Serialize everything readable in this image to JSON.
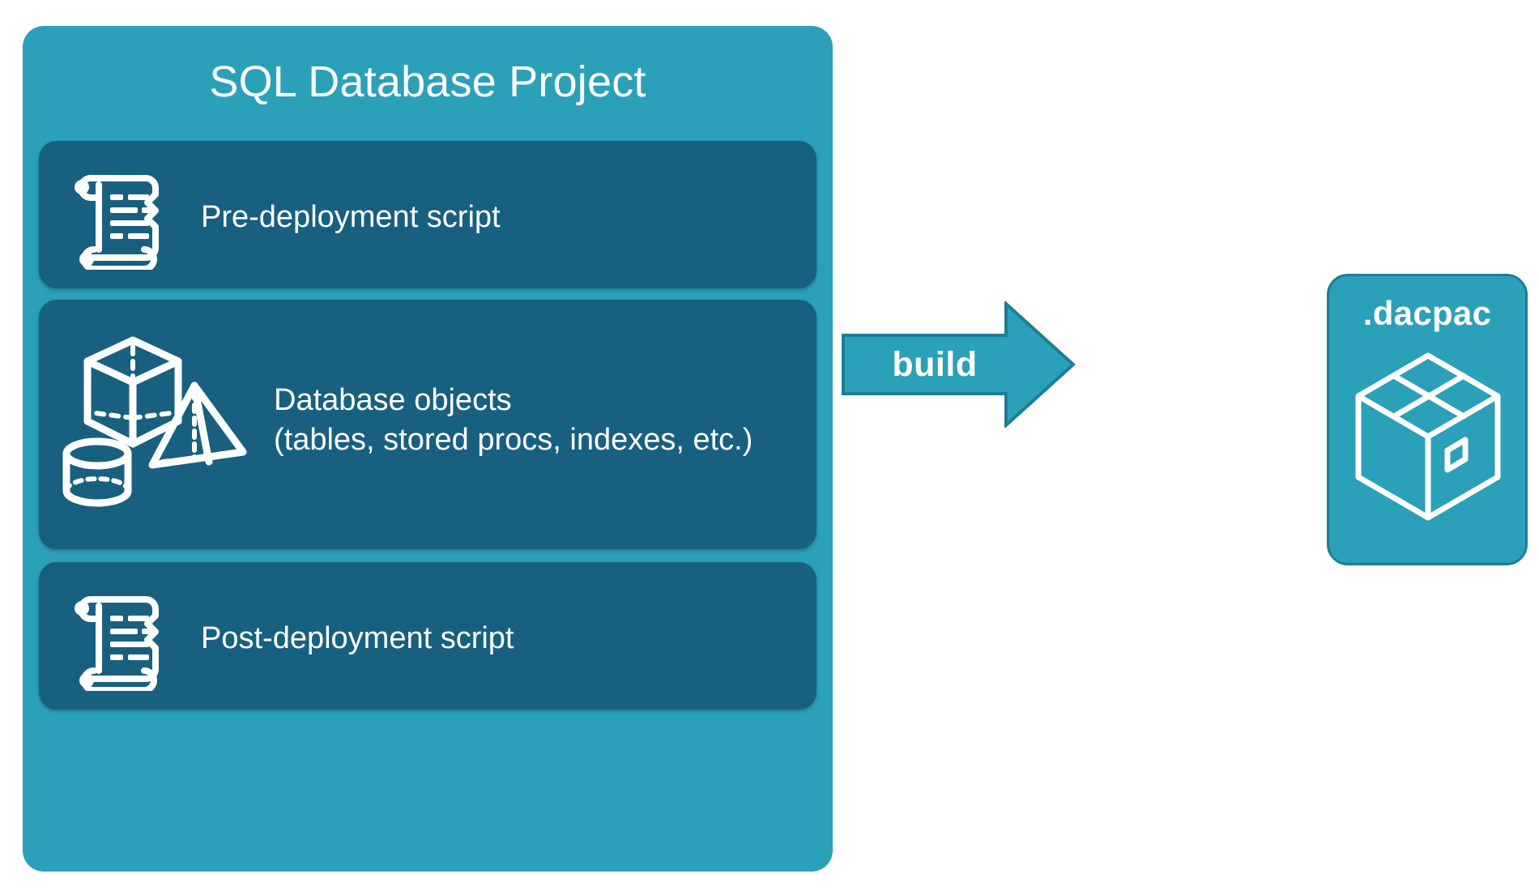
{
  "diagram": {
    "title": "SQL Database Project build diagram",
    "background": "#FFFFFF",
    "colors": {
      "container_teal": "#2BA0B9",
      "panel_dark_teal": "#186080",
      "arrow_fill": "#2BA0B9",
      "arrow_stroke": "#1C7E96",
      "icon_white": "#FFFFFF",
      "text_white": "#FFFFFF"
    }
  },
  "project": {
    "title": "SQL Database Project",
    "panels": [
      {
        "id": "pre-deployment",
        "label": "Pre-deployment script",
        "icon": "scroll-icon"
      },
      {
        "id": "database-objects",
        "label": "Database objects\n(tables, stored procs, indexes, etc.)",
        "label_line1": "Database objects",
        "label_line2": "(tables, stored procs, indexes, etc.)",
        "icon": "database-shapes-icon"
      },
      {
        "id": "post-deployment",
        "label": "Post-deployment script",
        "icon": "scroll-icon"
      }
    ]
  },
  "flow": {
    "arrow_label": "build",
    "arrow_icon": "right-arrow-icon"
  },
  "output": {
    "title": ".dacpac",
    "icon": "package-box-icon"
  }
}
